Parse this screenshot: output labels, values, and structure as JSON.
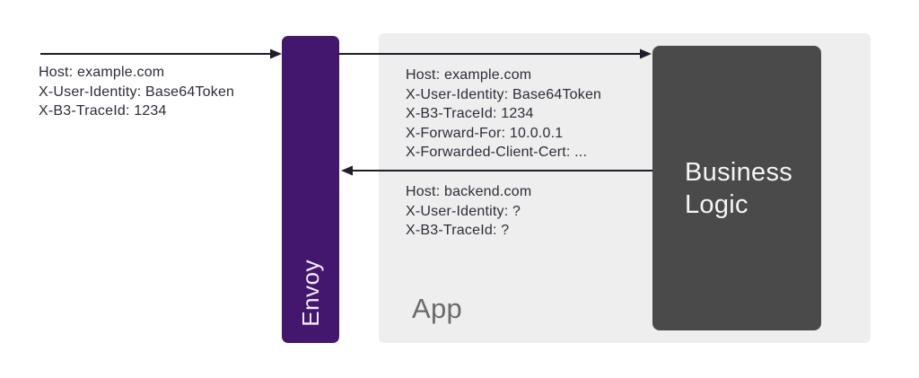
{
  "diagram": {
    "client_request": {
      "lines": [
        "Host: example.com",
        "X-User-Identity: Base64Token",
        "X-B3-TraceId: 1234"
      ]
    },
    "envoy": {
      "label": "Envoy"
    },
    "app": {
      "label": "App"
    },
    "business_logic": {
      "label": "Business Logic"
    },
    "proxied_request": {
      "lines": [
        "Host: example.com",
        "X-User-Identity: Base64Token",
        "X-B3-TraceId: 1234",
        "X-Forward-For: 10.0.0.1",
        "X-Forwarded-Client-Cert: ..."
      ]
    },
    "backend_response": {
      "lines": [
        "Host: backend.com",
        "X-User-Identity: ?",
        "X-B3-TraceId: ?"
      ]
    }
  },
  "colors": {
    "envoy_purple": "#44176e",
    "app_bg": "#eeeeee",
    "business_dark": "#4a4a4a",
    "text_dark": "#2d2d3a",
    "arrow": "#1d1d2b",
    "app_label": "#6a6a6a",
    "label_light": "#f2eef7"
  }
}
